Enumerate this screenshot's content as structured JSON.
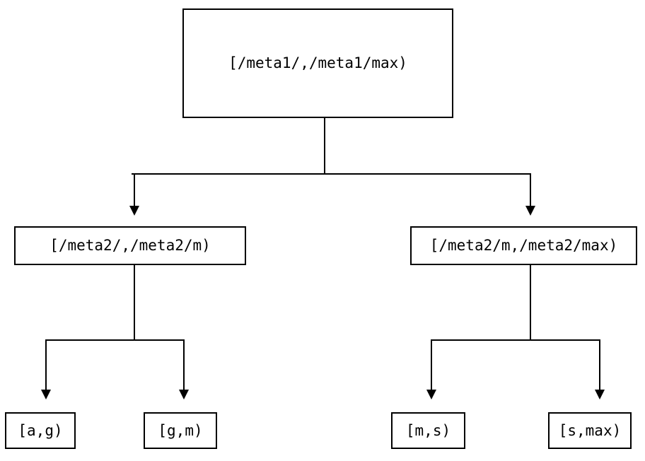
{
  "diagram": {
    "type": "tree",
    "orientation": "top-down",
    "title": "",
    "background_color": "#ffffff",
    "line_color": "#000000",
    "text_color": "#000000",
    "nodes": {
      "root": {
        "label": "[/meta1/,/meta1/max)",
        "level": 0
      },
      "mid": [
        {
          "label": "[/meta2/,/meta2/m)",
          "level": 1
        },
        {
          "label": "[/meta2/m,/meta2/max)",
          "level": 1
        }
      ],
      "leaves": [
        {
          "label": "[a,g)",
          "level": 2
        },
        {
          "label": "[g,m)",
          "level": 2
        },
        {
          "label": "[m,s)",
          "level": 2
        },
        {
          "label": "[s,max)",
          "level": 2
        }
      ]
    },
    "edges": [
      {
        "from": "root",
        "to": "mid.0",
        "arrow": "down"
      },
      {
        "from": "root",
        "to": "mid.1",
        "arrow": "down"
      },
      {
        "from": "mid.0",
        "to": "leaves.0",
        "arrow": "down"
      },
      {
        "from": "mid.0",
        "to": "leaves.1",
        "arrow": "down"
      },
      {
        "from": "mid.1",
        "to": "leaves.2",
        "arrow": "down"
      },
      {
        "from": "mid.1",
        "to": "leaves.3",
        "arrow": "down"
      }
    ]
  }
}
